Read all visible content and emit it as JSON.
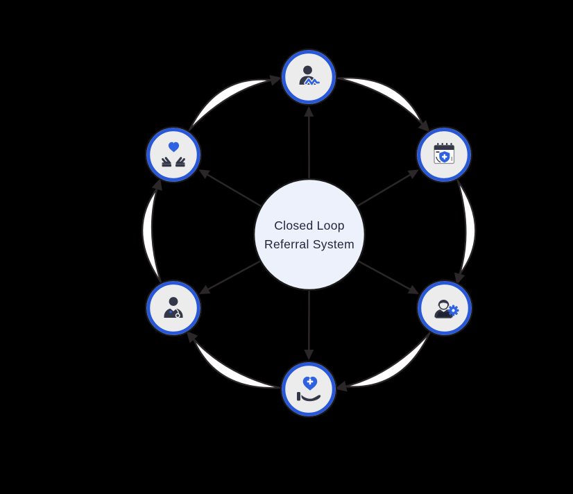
{
  "diagram": {
    "center": {
      "line1": "Closed Loop",
      "line2": "Referral System"
    },
    "flow": {
      "loop_direction": "clockwise",
      "spoke_direction": "outward"
    },
    "nodes": [
      {
        "icon": "patient-vitals-icon"
      },
      {
        "icon": "calendar-shield-icon"
      },
      {
        "icon": "agent-laptop-gear-icon"
      },
      {
        "icon": "heart-in-hand-icon"
      },
      {
        "icon": "doctor-icon"
      },
      {
        "icon": "hands-holding-heart-icon"
      }
    ]
  },
  "colors": {
    "background": "#000000",
    "accent": "#2858d8",
    "icon_blue": "#2f62e2",
    "icon_navy": "#343747",
    "node_fill": "#ececec",
    "center_fill": "#edf1fb",
    "center_stroke": "#191919",
    "arrow": "#2b2628",
    "crescent_fill": "#ffffff",
    "text": "#23253c"
  }
}
